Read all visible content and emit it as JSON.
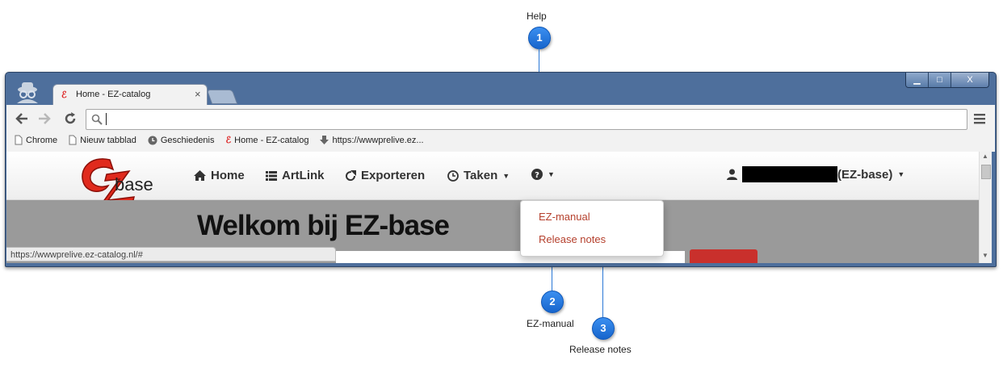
{
  "callouts": [
    {
      "number": "1",
      "label": "Help"
    },
    {
      "number": "2",
      "label": "EZ-manual"
    },
    {
      "number": "3",
      "label": "Release notes"
    }
  ],
  "browser": {
    "tab_title": "Home - EZ-catalog",
    "tab_close": "×",
    "window_controls": {
      "minimize": "▁",
      "maximize": "□",
      "close": "X"
    },
    "address_value": "",
    "bookmarks": [
      {
        "label": "Chrome",
        "icon": "page-icon"
      },
      {
        "label": "Nieuw tabblad",
        "icon": "page-icon"
      },
      {
        "label": "Geschiedenis",
        "icon": "clock-icon"
      },
      {
        "label": "Home - EZ-catalog",
        "icon": "ez-favicon"
      },
      {
        "label": "https://wwwprelive.ez...",
        "icon": "download-icon"
      }
    ],
    "status_url": "https://wwwprelive.ez-catalog.nl/#"
  },
  "app": {
    "logo_text": "base",
    "nav": [
      {
        "label": "Home",
        "icon": "home-icon"
      },
      {
        "label": "ArtLink",
        "icon": "list-icon"
      },
      {
        "label": "Exporteren",
        "icon": "export-icon"
      },
      {
        "label": "Taken",
        "icon": "clock-icon"
      }
    ],
    "user_suffix": "(EZ-base)",
    "heading": "Welkom bij EZ-base",
    "help_menu": [
      "EZ-manual",
      "Release notes"
    ]
  },
  "colors": {
    "accent_red": "#b5402d",
    "callout_blue": "#1f6fd6",
    "window_frame": "#4e6f9c"
  }
}
